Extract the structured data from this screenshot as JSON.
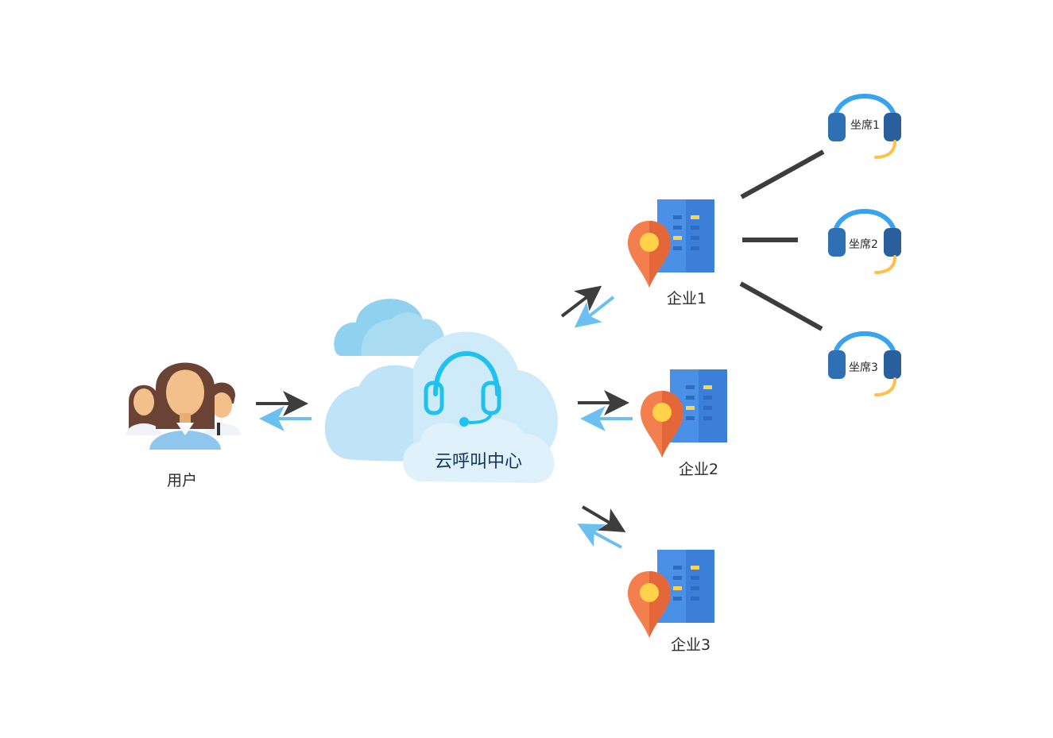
{
  "colors": {
    "arrow_dark": "#3d3d3d",
    "arrow_light": "#6cc0f0",
    "building": "#4a90e6",
    "pin": "#f47f4e",
    "headset": "#3aa3ee",
    "cloud": "#bfe3f7"
  },
  "nodes": {
    "user": {
      "label": "用户",
      "icon": "users-icon"
    },
    "center": {
      "label": "云呼叫中心",
      "icon": "cloud-headset-icon"
    },
    "enterprises": [
      {
        "label": "企业1",
        "icon": "building-pin-icon"
      },
      {
        "label": "企业2",
        "icon": "building-pin-icon"
      },
      {
        "label": "企业3",
        "icon": "building-pin-icon"
      }
    ],
    "seats": [
      {
        "label": "坐席1",
        "icon": "headset-icon"
      },
      {
        "label": "坐席2",
        "icon": "headset-icon"
      },
      {
        "label": "坐席3",
        "icon": "headset-icon"
      }
    ]
  }
}
